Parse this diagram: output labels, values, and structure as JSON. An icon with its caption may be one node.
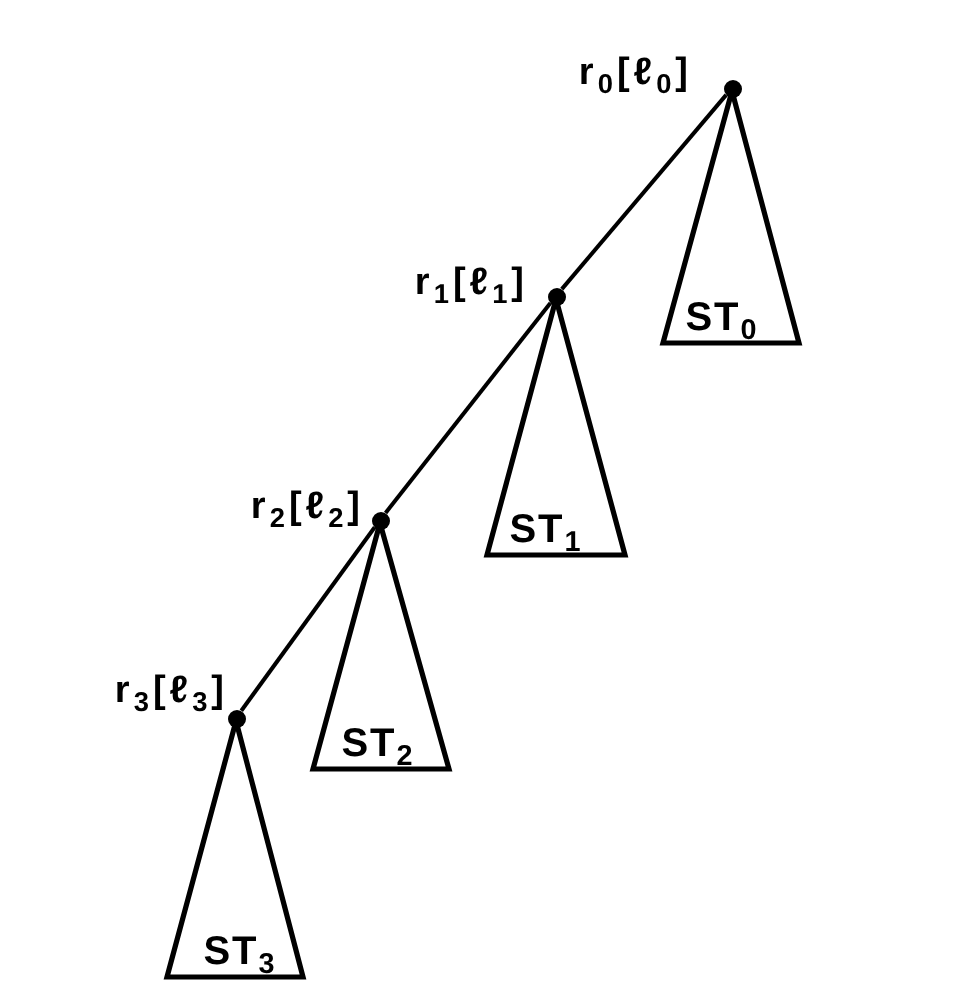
{
  "diagram": {
    "nodes": [
      {
        "text": [],
        "shape": "circle"
      },
      {
        "text": [
          "ST$_{0}$"
        ]
      },
      {
        "text": [],
        "shape": "circle"
      },
      {
        "text": [
          "ST$_{1}$"
        ]
      },
      {
        "text": [],
        "shape": "circle"
      },
      {
        "text": [
          "ST$_{2}$"
        ]
      },
      {
        "text": [],
        "shape": "circle"
      },
      {
        "text": [
          "ST$_{3}$"
        ]
      }
    ],
    "edges": [
      {
        "from": 0,
        "to": 2,
        "arrow": "none"
      },
      {
        "from": 2,
        "to": 4,
        "arrow": "none"
      },
      {
        "from": 4,
        "to": 6,
        "arrow": "none"
      }
    ],
    "labels": [
      "r$_{0}$[ℓ$_{0}$]",
      "r$_{1}$[ℓ$_{1}$]",
      "r$_{2}$[ℓ$_{2}$]",
      "r$_{3}$[ℓ$_{3}$]"
    ]
  }
}
